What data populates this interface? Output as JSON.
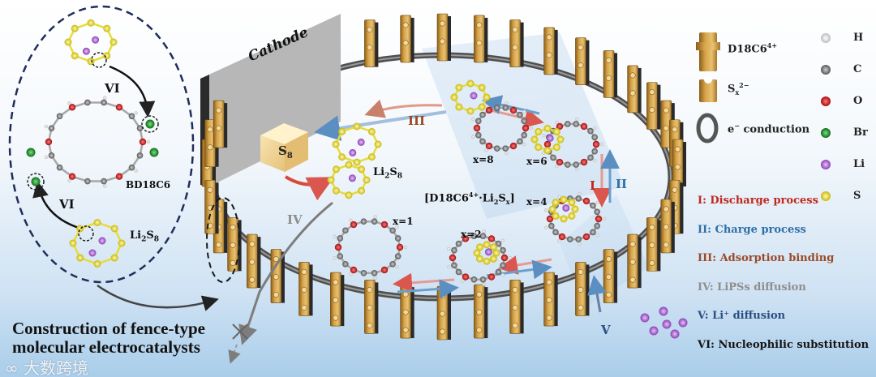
{
  "cathode": {
    "label": "Cathode"
  },
  "sulfur": {
    "label": "S",
    "sub": "8"
  },
  "center_label": {
    "pre": "[D18C6",
    "sup": "4+",
    "mid": "·Li",
    "sub1": "2",
    "s": "S",
    "sub2": "x",
    "post": "]"
  },
  "li2s8_top": {
    "pre": "Li",
    "sub1": "2",
    "s": "S",
    "sub2": "8"
  },
  "li2s8_left": {
    "pre": "Li",
    "sub1": "2",
    "s": "S",
    "sub2": "8"
  },
  "bd18c6": "BD18C6",
  "x_labels": {
    "x8": "x=8",
    "x6": "x=6",
    "x4": "x=4",
    "x2": "x=2",
    "x1": "x=1"
  },
  "roman": {
    "I": "I",
    "II": "II",
    "III": "III",
    "IV": "IV",
    "V": "V",
    "VI_top": "VI",
    "VI_bottom": "VI"
  },
  "legend": {
    "d18c6": {
      "pre": "D18C6",
      "sup": "4+"
    },
    "sx": {
      "pre": "S",
      "sub": "x",
      "sup": "2−"
    },
    "conduction": {
      "pre": "e",
      "sup": "−",
      "post": " conduction"
    },
    "atoms": [
      {
        "symbol": "H",
        "color": "#f2f2f2"
      },
      {
        "symbol": "C",
        "color": "#8c8c8c"
      },
      {
        "symbol": "O",
        "color": "#d81818"
      },
      {
        "symbol": "Br",
        "color": "#1f9a2e"
      },
      {
        "symbol": "Li",
        "color": "#b46ad8"
      },
      {
        "symbol": "S",
        "color": "#f0e21e"
      }
    ]
  },
  "processes": [
    {
      "text": "I: Discharge process",
      "color": "#c0281e"
    },
    {
      "text": "II: Charge process",
      "color": "#2f6fa6"
    },
    {
      "text": "III: Adsorption binding",
      "color": "#9a4a28"
    },
    {
      "text": "IV: LiPSs diffusion",
      "color": "#8e8e8e"
    },
    {
      "text": "V: Li⁺ diffusion",
      "color": "#2b4f80"
    },
    {
      "text": "VI: Nucleophilic substitution",
      "color": "#141414"
    }
  ],
  "bottom_title": {
    "line1": "Construction of fence-type",
    "line2": "molecular electrocatalysts"
  },
  "watermark": "∞ 大数跨境"
}
